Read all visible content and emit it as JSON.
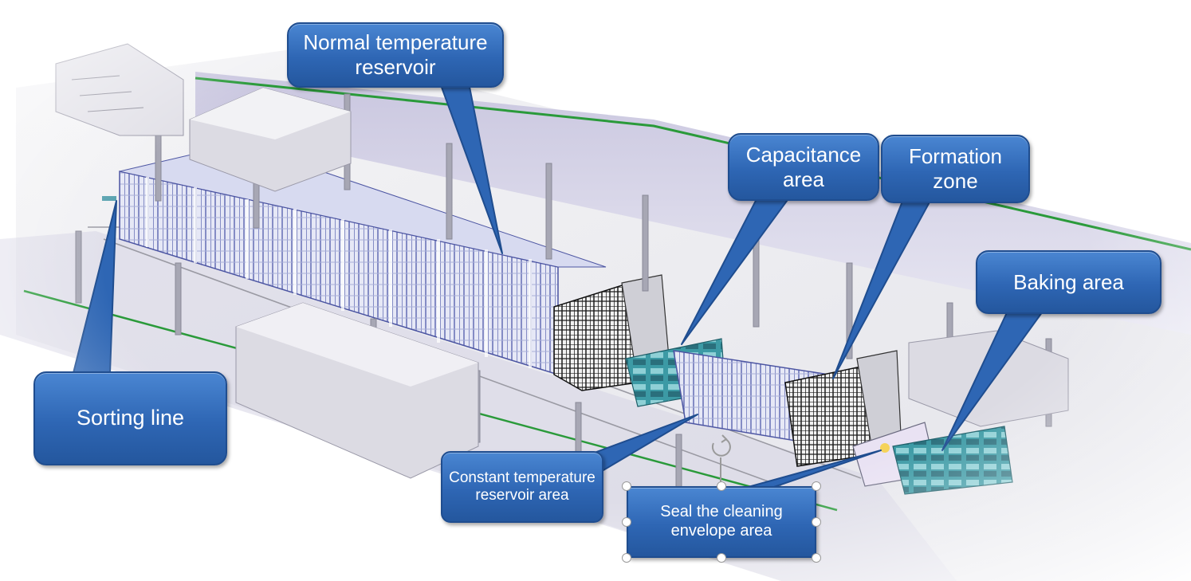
{
  "labels": {
    "normal_temperature_reservoir": "Normal temperature\nreservoir",
    "capacitance_area": "Capacitance\narea",
    "formation_zone": "Formation\nzone",
    "baking_area": "Baking area",
    "sorting_line": "Sorting line",
    "constant_temperature_reservoir_area": "Constant temperature\nreservoir area",
    "seal_cleaning_envelope_area": "Seal the cleaning\nenvelope area"
  },
  "colors": {
    "callout_fill": "#2e66b4",
    "callout_border": "#1f4d8f",
    "callout_text": "#ffffff",
    "equipment_teal": "#3c9aa5",
    "rack_blue": "#5b64b0",
    "rack_black": "#1c1c1c",
    "floor_line_green": "#2a9a3a"
  }
}
